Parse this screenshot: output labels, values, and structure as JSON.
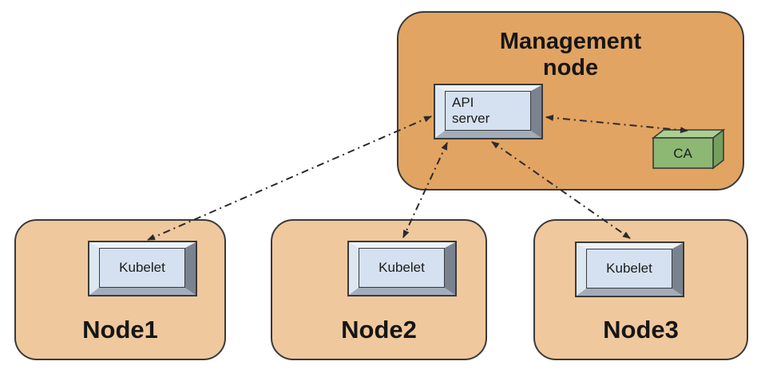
{
  "management_node": {
    "label": "Management\nnode",
    "api_server": {
      "label": "API\nserver"
    },
    "ca": {
      "label": "CA"
    }
  },
  "nodes": [
    {
      "label": "Node1",
      "component": "Kubelet"
    },
    {
      "label": "Node2",
      "component": "Kubelet"
    },
    {
      "label": "Node3",
      "component": "Kubelet"
    }
  ],
  "connections": [
    {
      "from": "API server",
      "to": "Kubelet (Node1)",
      "bidirectional": true,
      "style": "dash-dot"
    },
    {
      "from": "API server",
      "to": "Kubelet (Node2)",
      "bidirectional": true,
      "style": "dash-dot"
    },
    {
      "from": "API server",
      "to": "Kubelet (Node3)",
      "bidirectional": true,
      "style": "dash-dot"
    },
    {
      "from": "API server",
      "to": "CA",
      "bidirectional": true,
      "style": "dash-dot"
    }
  ],
  "colors": {
    "management_node_fill": "#e2a462",
    "worker_node_fill": "#efc89d",
    "box_face_fill": "#d5e1f0",
    "bevel_light": "#edf2f8",
    "bevel_dark": "#79828f",
    "ca_front_fill": "#8cb873",
    "ca_top_fill": "#a9cf92",
    "ca_side_fill": "#74a05e",
    "outline": "#3a3a3a",
    "arrow": "#2b2b2b"
  }
}
